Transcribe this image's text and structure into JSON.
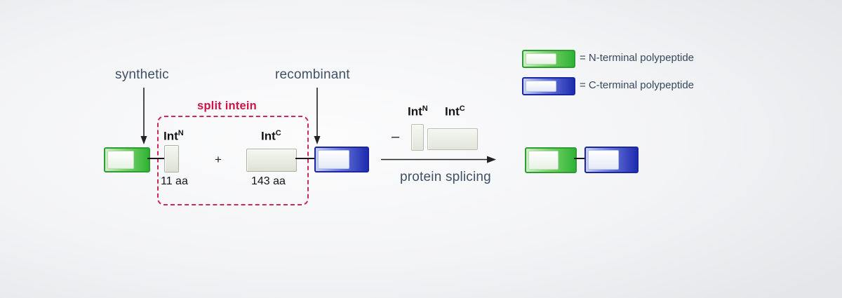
{
  "labels": {
    "synthetic": "synthetic",
    "recombinant": "recombinant",
    "split_intein": "split intein",
    "plus": "+",
    "minus": "–",
    "aa_11": "11 aa",
    "aa_143": "143 aa",
    "protein_splicing": "protein splicing"
  },
  "int_n": {
    "base": "Int",
    "sup": "N"
  },
  "int_c": {
    "base": "Int",
    "sup": "C"
  },
  "legend": {
    "n_terminal": "= N-terminal polypeptide",
    "c_terminal": "= C-terminal polypeptide"
  },
  "icons": {
    "down_arrow_left": "down-arrow-icon",
    "down_arrow_right": "down-arrow-icon",
    "reaction_arrow": "right-arrow-icon"
  },
  "colors": {
    "n_terminal_green": "#2fb335",
    "c_terminal_blue": "#1e2cae",
    "split_intein_red": "#cc1446",
    "label_blue_gray": "#3f5064",
    "intein_gray_green": "#dde2d5",
    "arrow_black": "#222222",
    "background_gray": "#e4e6e9"
  }
}
